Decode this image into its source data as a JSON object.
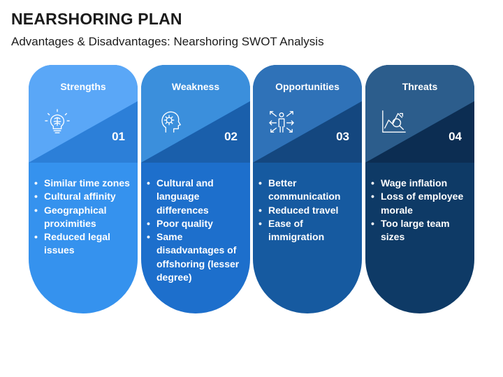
{
  "header": {
    "title": "NEARSHORING PLAN",
    "subtitle": "Advantages & Disadvantages: Nearshoring SWOT Analysis"
  },
  "cards": [
    {
      "title": "Strengths",
      "number": "01",
      "icon": "lightbulb-brain-icon",
      "colors": {
        "top": "#5aa7f7",
        "band": "#2c7fd8",
        "body": "#3592ee"
      },
      "items": [
        "Similar time zones",
        "Cultural affinity",
        "Geographical proximities",
        "Reduced legal issues"
      ]
    },
    {
      "title": "Weakness",
      "number": "02",
      "icon": "head-gear-icon",
      "colors": {
        "top": "#3b8fdc",
        "band": "#1a5fab",
        "body": "#1d6fcc"
      },
      "items": [
        "Cultural and language differences",
        "Poor quality",
        "Same disadvantages of offshoring (lesser degree)"
      ]
    },
    {
      "title": "Opportunities",
      "number": "03",
      "icon": "person-arrows-icon",
      "colors": {
        "top": "#2f72b8",
        "band": "#14477f",
        "body": "#165aa0"
      },
      "items": [
        "Better communication",
        "Reduced travel",
        "Ease of immigration"
      ]
    },
    {
      "title": "Threats",
      "number": "04",
      "icon": "chart-magnifier-icon",
      "colors": {
        "top": "#2c5d8c",
        "band": "#0c2d52",
        "body": "#0e3a66"
      },
      "items": [
        "Wage inflation",
        "Loss of employee morale",
        "Too large team sizes"
      ]
    }
  ]
}
